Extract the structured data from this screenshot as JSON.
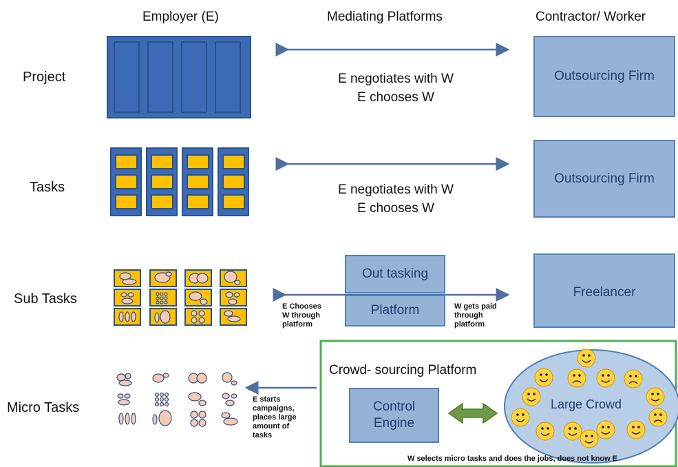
{
  "headers": {
    "employer": "Employer (E)",
    "mediating": "Mediating Platforms",
    "contractor": "Contractor/ Worker"
  },
  "rows": {
    "project": "Project",
    "tasks": "Tasks",
    "subtasks": "Sub Tasks",
    "microtasks": "Micro Tasks"
  },
  "project": {
    "line1": "E negotiates with W",
    "line2": "E chooses W",
    "worker": "Outsourcing Firm"
  },
  "tasks": {
    "line1": "E negotiates with W",
    "line2": "E chooses W",
    "worker": "Outsourcing Firm"
  },
  "subtasks": {
    "platform_top": "Out tasking",
    "platform_bottom": "Platform",
    "left_note": [
      "E Chooses",
      "W through",
      "platform"
    ],
    "right_note": [
      "W gets paid",
      "through",
      "platform"
    ],
    "worker": "Freelancer"
  },
  "microtasks": {
    "left_note": [
      "E starts",
      "campaigns,",
      "places large",
      "amount of",
      "tasks"
    ],
    "crowd_platform": "Crowd- sourcing  Platform",
    "engine_line1": "Control",
    "engine_line2": "Engine",
    "crowd": "Large Crowd",
    "footer": "W selects micro tasks and does the jobs, does not know E"
  },
  "colors": {
    "box_fill": "#95b3d7",
    "box_border": "#4f81bd",
    "panel": "#3c6ab5",
    "task_cell": "#ffc000",
    "crowd_frame": "#4caf50",
    "double_arrow": "#5a8a3c"
  }
}
